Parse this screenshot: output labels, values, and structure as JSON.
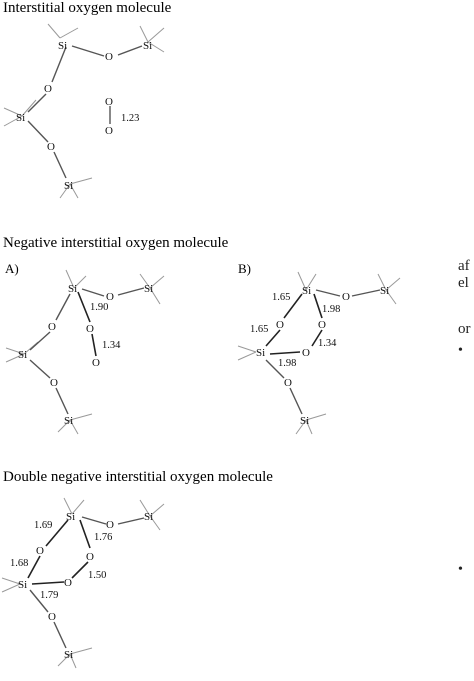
{
  "sections": [
    {
      "title": "Interstitial oxygen molecule"
    },
    {
      "title": "Negative interstitial oxygen molecule",
      "panels": [
        "A)",
        "B)"
      ]
    },
    {
      "title": "Double negative interstitial oxygen molecule"
    }
  ],
  "atoms": {
    "si": "Si",
    "o": "O"
  },
  "mol1": {
    "o2_bond": "1.23"
  },
  "molA": {
    "si_o": "1.90",
    "o_o": "1.34"
  },
  "molB": {
    "si1_o": "1.65",
    "si1_o2": "1.98",
    "si2_o": "1.65",
    "o_o": "1.34",
    "si2_o2": "1.98"
  },
  "molC": {
    "si1_o": "1.69",
    "si1_o2": "1.76",
    "si2_o": "1.68",
    "o_o": "1.50",
    "si2_o2": "1.79"
  },
  "side_text": {
    "line1": "af",
    "line2": "el",
    "line3": "or"
  },
  "bullets": [
    "•",
    "•"
  ]
}
